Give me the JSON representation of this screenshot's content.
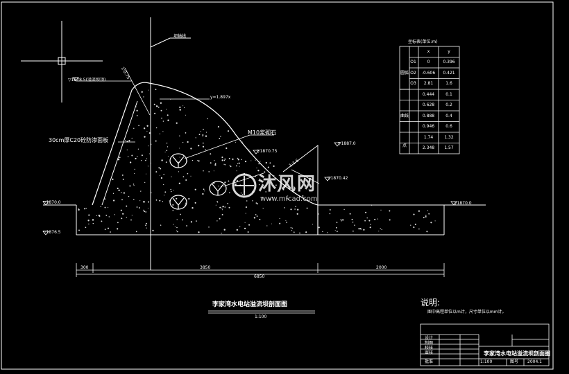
{
  "drawing": {
    "title": "李家湾水电站溢流坝剖面图",
    "scale": "1:100",
    "notes_heading": "说明:",
    "notes_text": "图中高程单位以m计，尺寸单位以mm计。",
    "center_label": "坝轴线",
    "labels": {
      "crest_elev": "▽1878.5(溢流坝顶)",
      "slab": "30cm厚C20砼防渗面板",
      "rock": "M10浆砌石",
      "curve_eq": "y=1.897x",
      "elev_right_top": "▽1887.0",
      "elev_mid": "▽1870.75",
      "elev_apron": "▽1870.42",
      "elev_left": "▽1870.0",
      "elev_base": "▽1876.5",
      "elev_right": "▽1870.0",
      "slope_1": "1:0.75",
      "slope_2": "1:1.6"
    },
    "dimensions": [
      "300",
      "3850",
      "2000",
      "6850"
    ],
    "coord_table": {
      "title": "坐标表(单位:m)",
      "col_headers": [
        "",
        "",
        "x",
        "y"
      ],
      "group_labels": [
        "圆弧",
        "曲线",
        "点"
      ],
      "rows": [
        {
          "pt": "O1",
          "x": "0",
          "y": "0.396"
        },
        {
          "pt": "O2",
          "x": "-0.606",
          "y": "0.421"
        },
        {
          "pt": "O3",
          "x": "2.81",
          "y": "1.6"
        },
        {
          "pt": "",
          "x": "0.444",
          "y": "0.1"
        },
        {
          "pt": "",
          "x": "0.628",
          "y": "0.2"
        },
        {
          "pt": "",
          "x": "0.888",
          "y": "0.4"
        },
        {
          "pt": "",
          "x": "0.946",
          "y": "0.6"
        },
        {
          "pt": "",
          "x": "1.74",
          "y": "1.32"
        },
        {
          "pt": "",
          "x": "2.348",
          "y": "1.57"
        }
      ]
    },
    "title_block": {
      "name": "李家湾水电站溢流坝剖面图",
      "scale": "1:100",
      "date": "2004.1",
      "sheet": "图号",
      "roles": [
        "设计",
        "制图",
        "校核",
        "审核",
        "批准"
      ]
    }
  },
  "watermark": {
    "brand": "沐风网",
    "url": "www.mfcad.com"
  }
}
